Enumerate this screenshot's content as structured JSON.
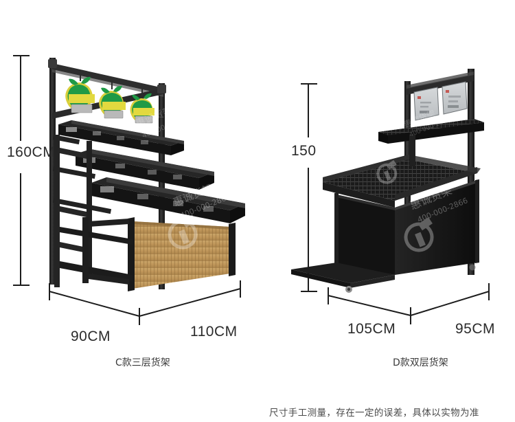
{
  "page": {
    "background": "#ffffff",
    "line_color": "#1c1c1c",
    "text_color": "#2b2b2b"
  },
  "footnote": {
    "text": "尺寸手工测量，存在一定的误差，具体以实物为准"
  },
  "products": [
    {
      "id": "rack-c",
      "caption": "C款三层货架",
      "dimensions": {
        "height": "160CM",
        "depth": "90CM",
        "width": "110CM"
      },
      "colors": {
        "frame": "#1a1a1a",
        "frame_light": "#3c3c3c",
        "wood_panel": "#c09a5e",
        "wood_panel_dark": "#9d7840",
        "sign_green": "#1f9a46",
        "sign_yellow": "#e8d63a",
        "sign_window": "#b9b9b9"
      },
      "signs": [
        {
          "shape": "apple",
          "window": "price-card"
        },
        {
          "shape": "apple",
          "window": "price-card"
        },
        {
          "shape": "apple",
          "window": "price-card"
        }
      ],
      "tiers": 3
    },
    {
      "id": "rack-d",
      "caption": "D款双层货架",
      "dimensions": {
        "height": "150",
        "depth": "105CM",
        "width": "95CM"
      },
      "colors": {
        "frame": "#1a1a1a",
        "body": "#141414",
        "body_side": "#232323",
        "sign_panel": "#c8cbcd",
        "caster": "#9a9a9a"
      },
      "signs": [
        {
          "shape": "rect-card"
        },
        {
          "shape": "rect-card"
        }
      ],
      "tiers": 2
    }
  ],
  "watermark": {
    "brand": "惠诚货架",
    "phone": "400-000-2866",
    "logo": "C"
  }
}
